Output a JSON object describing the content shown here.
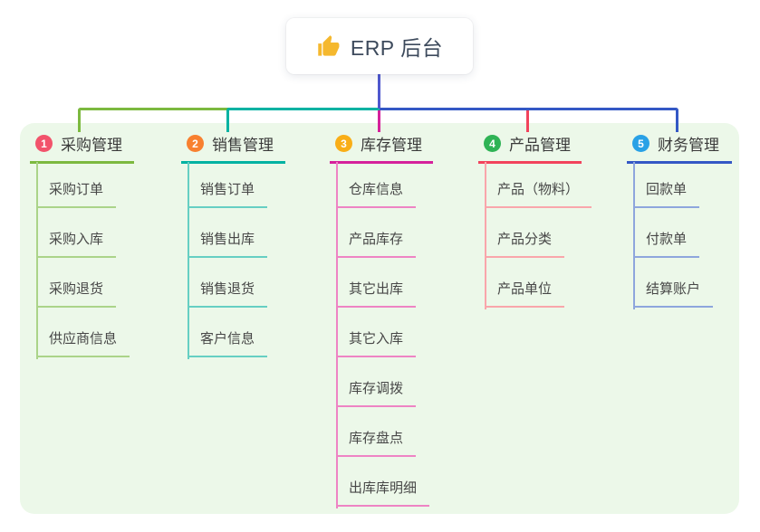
{
  "root": {
    "title": "ERP 后台",
    "icon": "thumbs-up"
  },
  "colors": {
    "panel_bg": "#ecf8e9",
    "stem": "#4f58ce",
    "root_text": "#3d4a5c"
  },
  "branches": [
    {
      "index": "1",
      "label": "采购管理",
      "badge_color": "#f2536b",
      "line_color": "#7cb93f",
      "line_light": "#abd489",
      "children": [
        "采购订单",
        "采购入库",
        "采购退货",
        "供应商信息"
      ]
    },
    {
      "index": "2",
      "label": "销售管理",
      "badge_color": "#f8802f",
      "line_color": "#00b2a2",
      "line_light": "#66cfc3",
      "children": [
        "销售订单",
        "销售出库",
        "销售退货",
        "客户信息"
      ]
    },
    {
      "index": "3",
      "label": "库存管理",
      "badge_color": "#f9ae17",
      "line_color": "#d5219b",
      "line_light": "#ee84c4",
      "children": [
        "仓库信息",
        "产品库存",
        "其它出库",
        "其它入库",
        "库存调拨",
        "库存盘点",
        "出库库明细"
      ]
    },
    {
      "index": "4",
      "label": "产品管理",
      "badge_color": "#2fb355",
      "line_color": "#f2435c",
      "line_light": "#f9a6ab",
      "children": [
        "产品（物料）",
        "产品分类",
        "产品单位"
      ]
    },
    {
      "index": "5",
      "label": "财务管理",
      "badge_color": "#29a1e6",
      "line_color": "#3458c5",
      "line_light": "#8ea6dd",
      "children": [
        "回款单",
        "付款单",
        "结算账户"
      ]
    }
  ]
}
